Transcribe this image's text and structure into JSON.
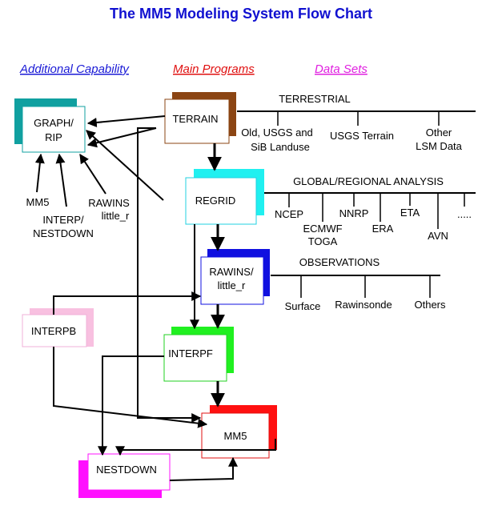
{
  "title": "The MM5 Modeling System Flow Chart",
  "legend": {
    "additional": "Additional Capability",
    "main": "Main Programs",
    "datasets": "Data Sets",
    "colors": {
      "additional": "#1a1ad6",
      "main": "#e01010",
      "datasets": "#e020e0"
    }
  },
  "boxes": {
    "graph": {
      "line1": "GRAPH/",
      "line2": "RIP",
      "shadow": "#10a0a0"
    },
    "terrain": {
      "label": "TERRAIN",
      "shadow": "#8b4513"
    },
    "regrid": {
      "label": "REGRID",
      "shadow": "#20f0f0"
    },
    "rawins": {
      "line1": "RAWINS/",
      "line2": "little_r",
      "shadow": "#1010e0"
    },
    "interpb": {
      "label": "INTERPB",
      "shadow": "#f8c0e0"
    },
    "interpf": {
      "label": "INTERPF",
      "shadow": "#20f020"
    },
    "mm5": {
      "label": "MM5",
      "shadow": "#ff1010"
    },
    "nestdown": {
      "label": "NESTDOWN",
      "shadow": "#ff10ff"
    }
  },
  "graph_inputs": {
    "mm5": "MM5",
    "interp1": "INTERP/",
    "interp2": "NESTDOWN",
    "rawins1": "RAWINS",
    "rawins2": "little_r"
  },
  "terrestrial": {
    "header": "TERRESTRIAL",
    "item1a": "Old, USGS and",
    "item1b": "SiB Landuse",
    "item2": "USGS Terrain",
    "item3a": "Other",
    "item3b": "LSM Data"
  },
  "analysis": {
    "header": "GLOBAL/REGIONAL ANALYSIS",
    "ncep": "NCEP",
    "ecmwf": "ECMWF",
    "toga": "TOGA",
    "nnrp": "NNRP",
    "era": "ERA",
    "eta": "ETA",
    "avn": "AVN",
    "more": "....."
  },
  "observations": {
    "header": "OBSERVATIONS",
    "surface": "Surface",
    "rawinsonde": "Rawinsonde",
    "others": "Others"
  }
}
